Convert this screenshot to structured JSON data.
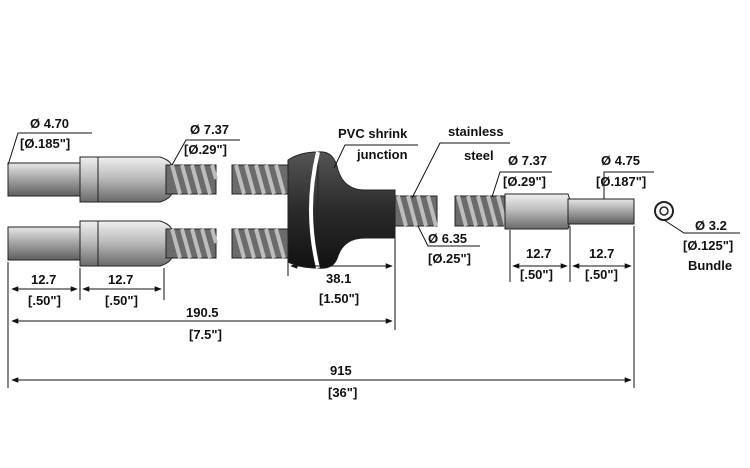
{
  "colors": {
    "tip_gray": "#a9a9a9",
    "ferrule_gray": "#bdbdbd",
    "armor_dark": "#5a5a5a",
    "armor_light": "#9a9a9a",
    "junction_black": "#2b2b2b",
    "line": "#111111"
  },
  "labels": {
    "left_tip_dia": "Ø 4.70",
    "left_tip_dia_in": "[Ø.185\"]",
    "left_armor_dia": "Ø 7.37",
    "left_armor_dia_in": "[Ø.29\"]",
    "junction_title_1": "PVC shrink",
    "junction_title_2": "junction",
    "steel_title_1": "stainless",
    "steel_title_2": "steel",
    "right_armor_dia": "Ø 7.37",
    "right_armor_dia_in": "[Ø.29\"]",
    "right_tip_dia": "Ø 4.75",
    "right_tip_dia_in": "[Ø.187\"]",
    "steel_dia": "Ø 6.35",
    "steel_dia_in": "[Ø.25\"]",
    "bundle_dia": "Ø 3.2",
    "bundle_dia_in": "[Ø.125\"]",
    "bundle": "Bundle"
  },
  "dimensions": {
    "left_seg_1": "12.7",
    "left_seg_1_in": "[.50\"]",
    "left_seg_2": "12.7",
    "left_seg_2_in": "[.50\"]",
    "junction_len": "38.1",
    "junction_len_in": "[1.50\"]",
    "right_seg_1": "12.7",
    "right_seg_1_in": "[.50\"]",
    "right_seg_2": "12.7",
    "right_seg_2_in": "[.50\"]",
    "leg_len": "190.5",
    "leg_len_in": "[7.5\"]",
    "total_len": "915",
    "total_len_in": "[36\"]"
  }
}
